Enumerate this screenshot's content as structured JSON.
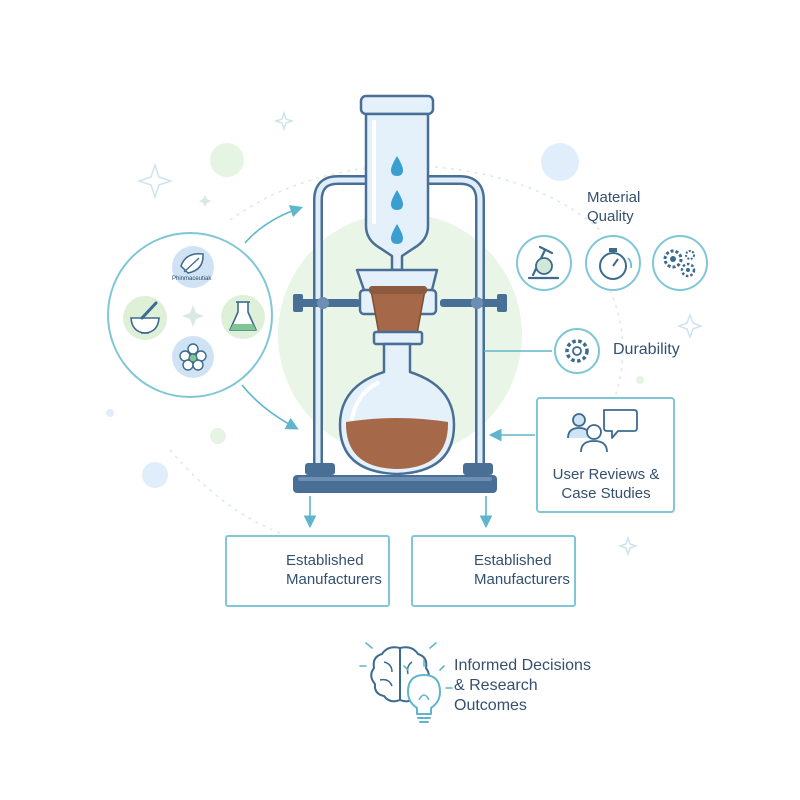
{
  "labels": {
    "material_quality_line1": "Material",
    "material_quality_line2": "Quality",
    "durability": "Durability",
    "reviews_line1": "User Reviews &",
    "reviews_line2": "Case Studies",
    "outcome_line1": "Informed Decisions",
    "outcome_line2": "& Research",
    "outcome_line3": "Outcomes",
    "leaf_caption": "Phinmaceutiak"
  },
  "boxes": [
    {
      "line1": "Established",
      "line2": "Manufacturers",
      "icon": "check-circle-icon"
    },
    {
      "line1": "Established",
      "line2": "Manufacturers",
      "icon": "capsule-pill-icon"
    }
  ],
  "left_cluster_icons": [
    "leaf-icon",
    "mortar-pestle-icon",
    "flask-icon",
    "molecule-flower-icon",
    "sparkle-icon"
  ],
  "material_quality_icons": [
    "microscope-icon",
    "stopwatch-icon",
    "gears-icon"
  ],
  "durability_icon": "gear-icon",
  "reviews_icon": "users-chat-icon",
  "outcome_icons": [
    "brain-icon",
    "lightbulb-icon"
  ],
  "center_apparatus": [
    "separatory-funnel",
    "filter-cup",
    "round-bottom-flask",
    "ring-stand"
  ],
  "colors": {
    "outline": "#4a6f96",
    "glass": "#e4f0fa",
    "accent_teal": "#5fb6cc",
    "accent_green": "#5ab49a",
    "liquid_brown": "#a5694a",
    "halo_green": "#e6f4e3",
    "halo_blue": "#dfeefa",
    "box_border": "#7fc7d6"
  }
}
